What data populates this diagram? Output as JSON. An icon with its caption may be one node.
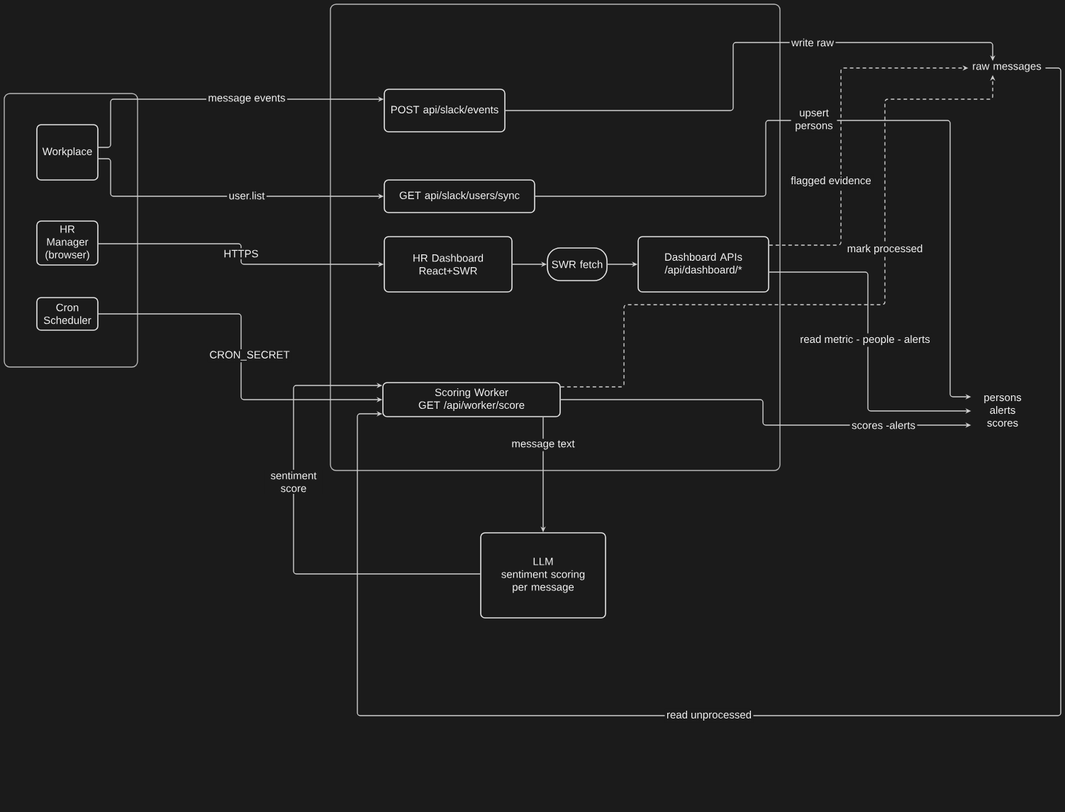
{
  "diagram": {
    "nodes": [
      {
        "text": [],
        "shape": "box"
      },
      {
        "text": [
          "Workplace"
        ],
        "in": 0
      },
      {
        "text": [
          "HR Manager (browser)"
        ],
        "in": 0
      },
      {
        "text": [
          "Cron Scheduler"
        ],
        "in": 0
      },
      {
        "text": [],
        "shape": "box"
      },
      {
        "text": [
          "POST api/slack/events"
        ],
        "in": 4
      },
      {
        "text": [
          "GET api/slack/users/sync"
        ],
        "in": 4
      },
      {
        "text": [
          "HR Dashboard",
          "React+SWR"
        ],
        "in": 4
      },
      {
        "text": [
          "SWR fetch"
        ],
        "in": 4
      },
      {
        "text": [
          "Dashboard APIs",
          "/api/dashboard/*"
        ],
        "in": 4
      },
      {
        "text": [
          "Scoring Worker",
          "GET /api/worker/score"
        ],
        "in": 4
      },
      {
        "text": [
          "LLM",
          "sentiment scoring per message"
        ]
      },
      {
        "text": [
          "raw messages"
        ]
      },
      {
        "text": [
          "persons alerts scores"
        ]
      }
    ],
    "edges": [
      {
        "from": 1,
        "to": 5,
        "arrow": "to",
        "label": "message events"
      },
      {
        "from": 1,
        "to": 6,
        "arrow": "to",
        "label": "user.list"
      },
      {
        "from": 2,
        "to": 7,
        "arrow": "to",
        "label": "HTTPS"
      },
      {
        "from": 3,
        "to": 10,
        "arrow": "to",
        "label": "CRON_SECRET"
      },
      {
        "from": 7,
        "to": 8,
        "arrow": "to"
      },
      {
        "from": 8,
        "to": 9,
        "arrow": "to"
      },
      {
        "from": 5,
        "to": 12,
        "arrow": "to",
        "label": "write raw"
      },
      {
        "from": 6,
        "to": 13,
        "arrow": "to",
        "label": "upsert persons"
      },
      {
        "from": 9,
        "to": 12,
        "arrow": "to",
        "label": "flagged evidence",
        "style": "dashed"
      },
      {
        "from": 10,
        "to": 12,
        "arrow": "to",
        "label": "mark processed",
        "style": "dashed"
      },
      {
        "from": 9,
        "to": 13,
        "arrow": "to",
        "label": "read metric - people - alerts"
      },
      {
        "from": 10,
        "to": 13,
        "arrow": "to",
        "label": "scores -alerts"
      },
      {
        "from": 10,
        "to": 11,
        "arrow": "to",
        "label": "message text"
      },
      {
        "from": 11,
        "to": 10,
        "arrow": "to",
        "label": "sentiment score"
      },
      {
        "from": 12,
        "to": 10,
        "arrow": "to",
        "label": "read unprocessed"
      }
    ]
  }
}
